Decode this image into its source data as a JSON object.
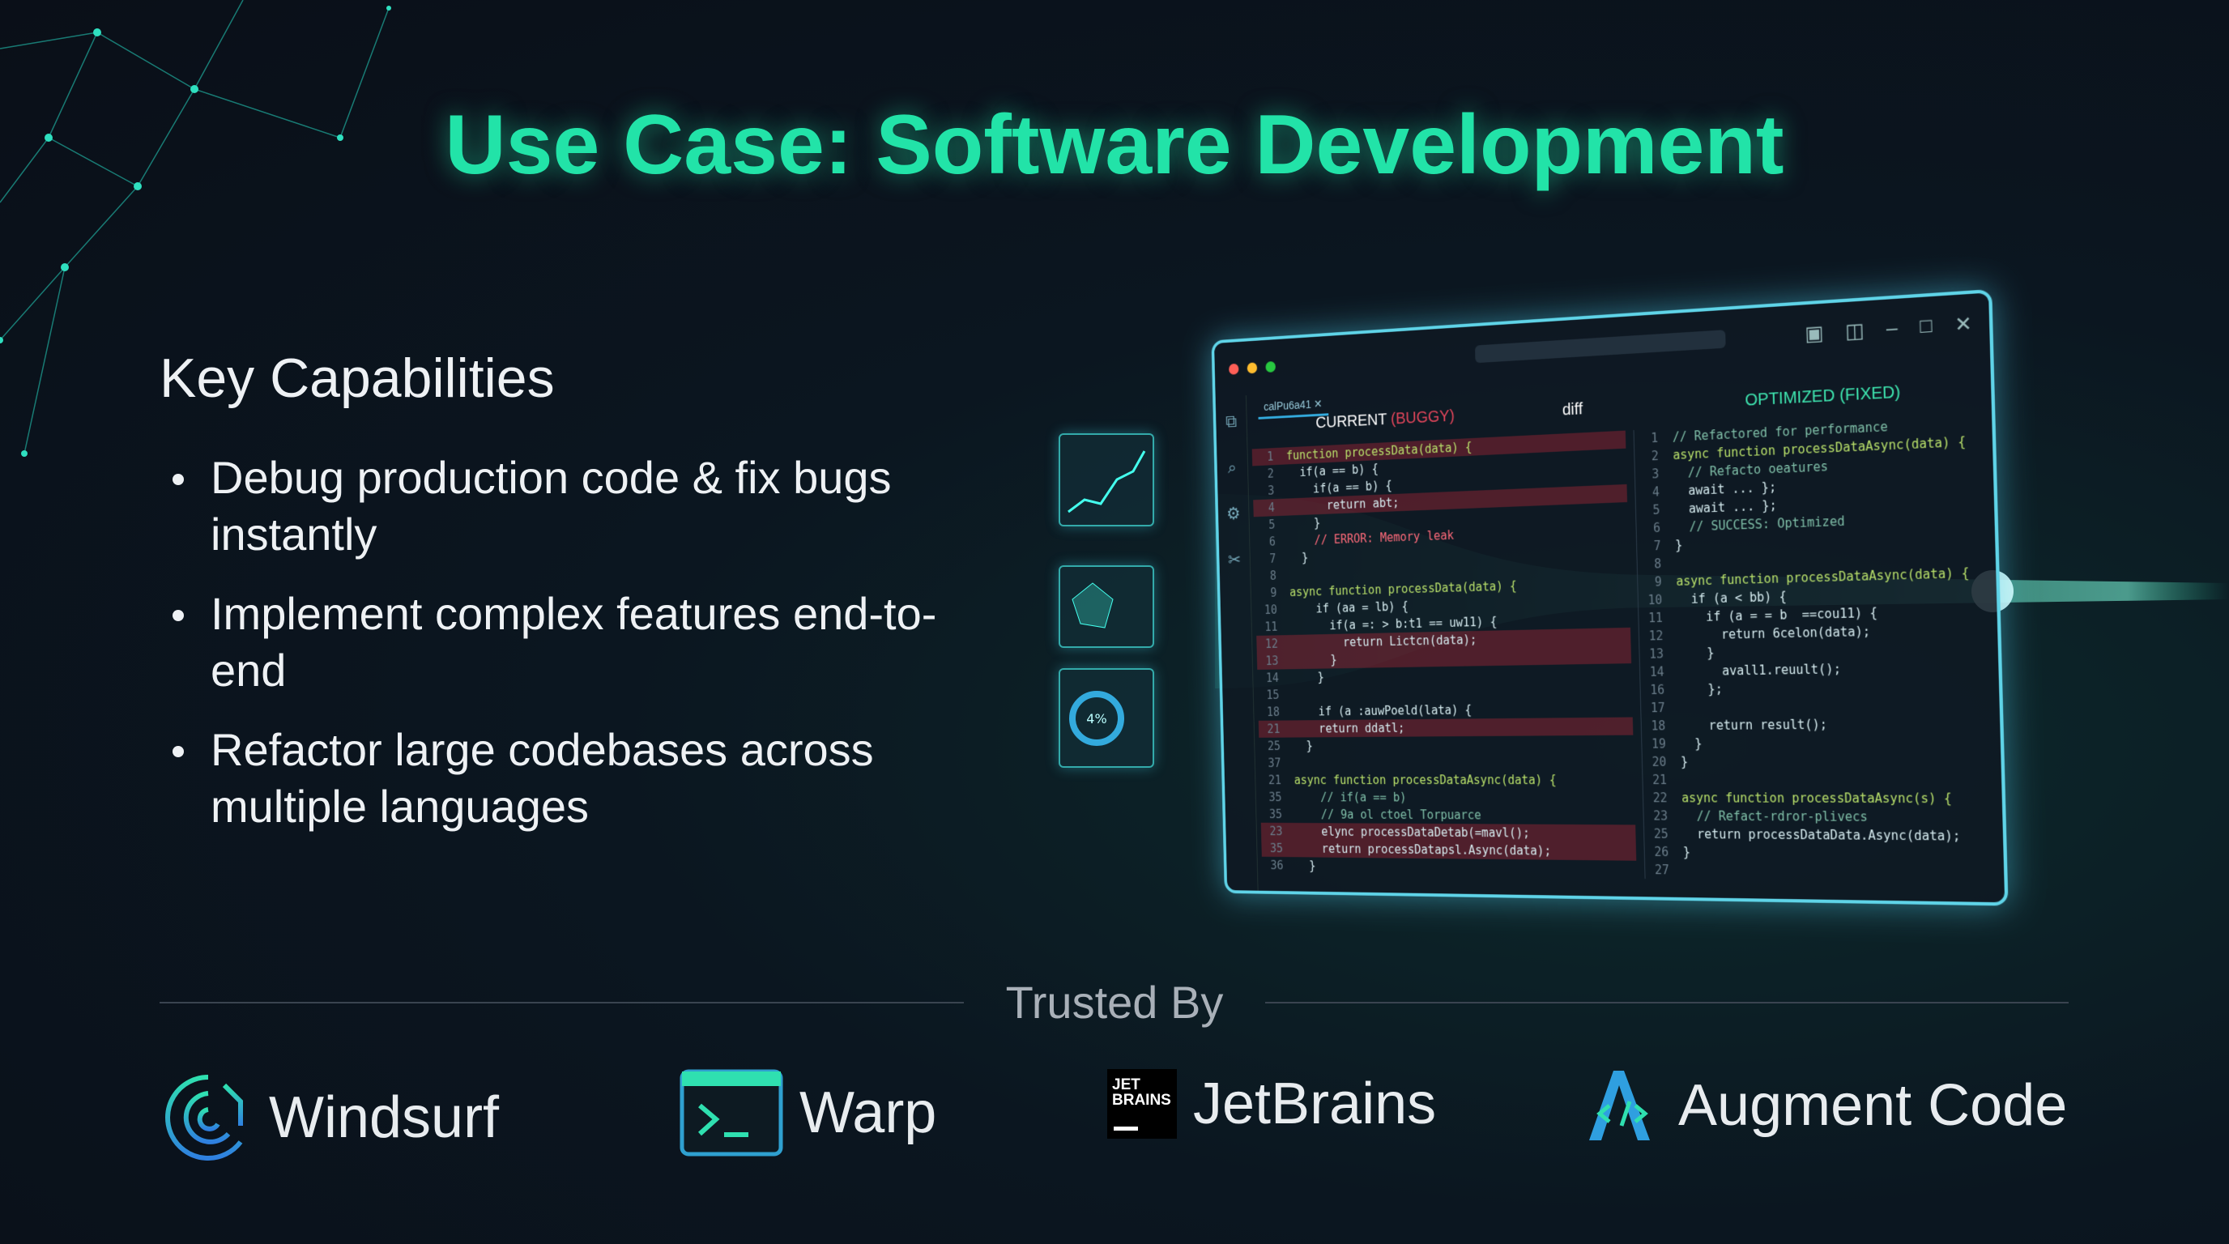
{
  "title": "Use Case: Software Development",
  "capabilities": {
    "heading": "Key Capabilities",
    "items": [
      "Debug production code & fix bugs instantly",
      "Implement complex features end-to-end",
      "Refactor large codebases across multiple languages"
    ]
  },
  "editor": {
    "tab": "calPu6a41",
    "left_header": "CURRENT",
    "left_tag": "(BUGGY)",
    "diff_label": "diff",
    "right_header": "OPTIMIZED (FIXED)",
    "left_code": [
      [
        "1",
        "function processData(data) {",
        true
      ],
      [
        "2",
        "  if(a == b) {",
        false
      ],
      [
        "3",
        "    if(a == b) {",
        false
      ],
      [
        "4",
        "      return abt;",
        true
      ],
      [
        "5",
        "    }",
        false
      ],
      [
        "6",
        "    // ERROR: Memory leak",
        false
      ],
      [
        "7",
        "  }",
        false
      ],
      [
        "8",
        "",
        false
      ],
      [
        "9",
        "async function processData(data) {",
        false
      ],
      [
        "10",
        "    if (aa = lb) {",
        false
      ],
      [
        "11",
        "      if(a =: > b:t1 == uw11) {",
        false
      ],
      [
        "12",
        "        return Lictcn(data);",
        true
      ],
      [
        "13",
        "      }",
        true
      ],
      [
        "14",
        "    }",
        false
      ],
      [
        "15",
        "",
        false
      ],
      [
        "18",
        "    if (a :auwPoeld(lata) {",
        false
      ],
      [
        "21",
        "    return ddatl;",
        true
      ],
      [
        "25",
        "  }",
        false
      ],
      [
        "37",
        "",
        false
      ],
      [
        "21",
        "async function processDataAsync(data) {",
        false
      ],
      [
        "35",
        "    // if(a == b)",
        false
      ],
      [
        "35",
        "    // 9a ol ctoel Torpuarce",
        false
      ],
      [
        "23",
        "    elync processDataDetab(=mavl();",
        true
      ],
      [
        "35",
        "    return processDatapsl.Async(data);",
        true
      ],
      [
        "36",
        "  }",
        false
      ]
    ],
    "right_code": [
      [
        "1",
        "// Refactored for performance"
      ],
      [
        "2",
        "async function processDataAsync(data) {"
      ],
      [
        "3",
        "  // Refacto oeatures"
      ],
      [
        "4",
        "  await ... };"
      ],
      [
        "5",
        "  await ... };"
      ],
      [
        "6",
        "  // SUCCESS: Optimized"
      ],
      [
        "7",
        "}"
      ],
      [
        "8",
        ""
      ],
      [
        "9",
        "async function processDataAsync(data) {"
      ],
      [
        "10",
        "  if (a < bb) {"
      ],
      [
        "11",
        "    if (a = = b  ==cou11) {"
      ],
      [
        "12",
        "      return 6celon(data);"
      ],
      [
        "13",
        "    }"
      ],
      [
        "14",
        "      avall1.reuult();"
      ],
      [
        "16",
        "    };"
      ],
      [
        "17",
        ""
      ],
      [
        "18",
        "    return result();"
      ],
      [
        "19",
        "  }"
      ],
      [
        "20",
        "}"
      ],
      [
        "21",
        ""
      ],
      [
        "22",
        "async function processDataAsync(s) {"
      ],
      [
        "23",
        "  // Refact-rdror-plivecs"
      ],
      [
        "25",
        "  return processDataData.Async(data);"
      ],
      [
        "26",
        "}"
      ],
      [
        "27",
        ""
      ]
    ],
    "widget_gauge_value": "4%"
  },
  "trusted": {
    "label": "Trusted By",
    "logos": [
      {
        "name": "Windsurf",
        "icon": "windsurf-wave-icon"
      },
      {
        "name": "Warp",
        "icon": "terminal-icon"
      },
      {
        "name": "JetBrains",
        "icon": "jetbrains-icon",
        "icon_text": "JET BRAINS"
      },
      {
        "name": "Augment Code",
        "icon": "augment-code-icon"
      }
    ]
  },
  "colors": {
    "accent": "#22e3a8",
    "bug": "#e0455a",
    "glow": "#5fd4e8",
    "background": "#0a0f18"
  }
}
